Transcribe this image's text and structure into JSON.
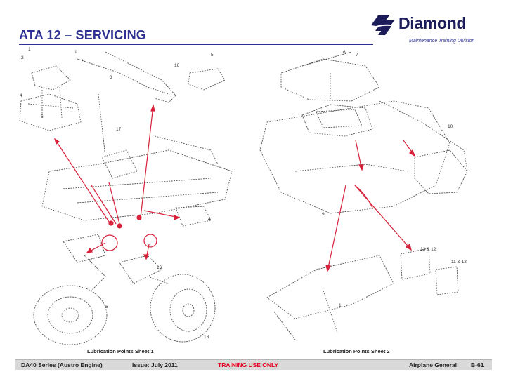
{
  "header": {
    "title": "ATA 12 – SERVICING"
  },
  "logo": {
    "brand": "Diamond",
    "subtitle": "Maintenance Training Division"
  },
  "drawings": {
    "sheet1_caption": "Lubrication Points Sheet 1",
    "sheet2_caption": "Lubrication Points Sheet 2",
    "sheet1_callouts": [
      "1",
      "1",
      "2",
      "2",
      "3",
      "4",
      "5",
      "6",
      "16",
      "17",
      "4",
      "16",
      "6",
      "18"
    ],
    "sheet2_callouts": [
      "6",
      "7",
      "10",
      "9",
      "13 & 12",
      "11 & 13",
      "1"
    ]
  },
  "footer": {
    "model": "DA40 Series (Austro Engine)",
    "issue": "Issue: July 2011",
    "notice": "TRAINING USE ONLY",
    "section": "Airplane General",
    "page": "B-61"
  },
  "colors": {
    "title": "#2e3192",
    "notice": "#e0001b",
    "arrow": "#d8203a",
    "footer_bg": "#d9d9d9"
  }
}
